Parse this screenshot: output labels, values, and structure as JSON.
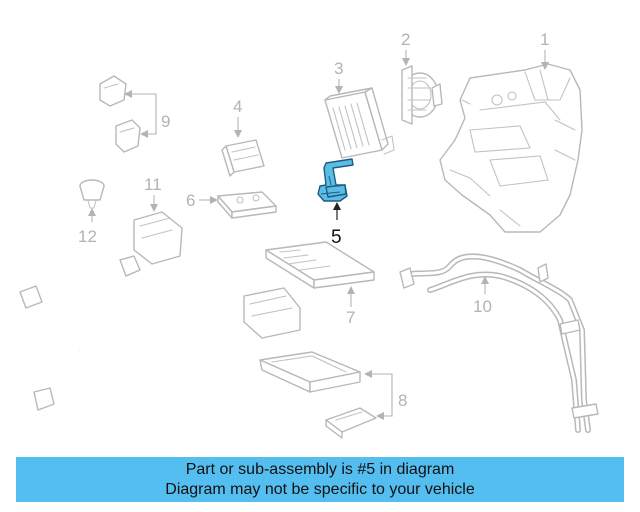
{
  "diagram": {
    "callouts": [
      "1",
      "2",
      "3",
      "4",
      "5",
      "6",
      "7",
      "8",
      "9",
      "10",
      "11",
      "12"
    ],
    "highlighted_part": "5",
    "colors": {
      "highlight_fill": "#5bbde6",
      "line": "#b8b8b8",
      "banner": "#55bef0"
    }
  },
  "banner": {
    "line1": "Part or sub-assembly is #5 in diagram",
    "line2": "Diagram may not be specific to your vehicle"
  }
}
